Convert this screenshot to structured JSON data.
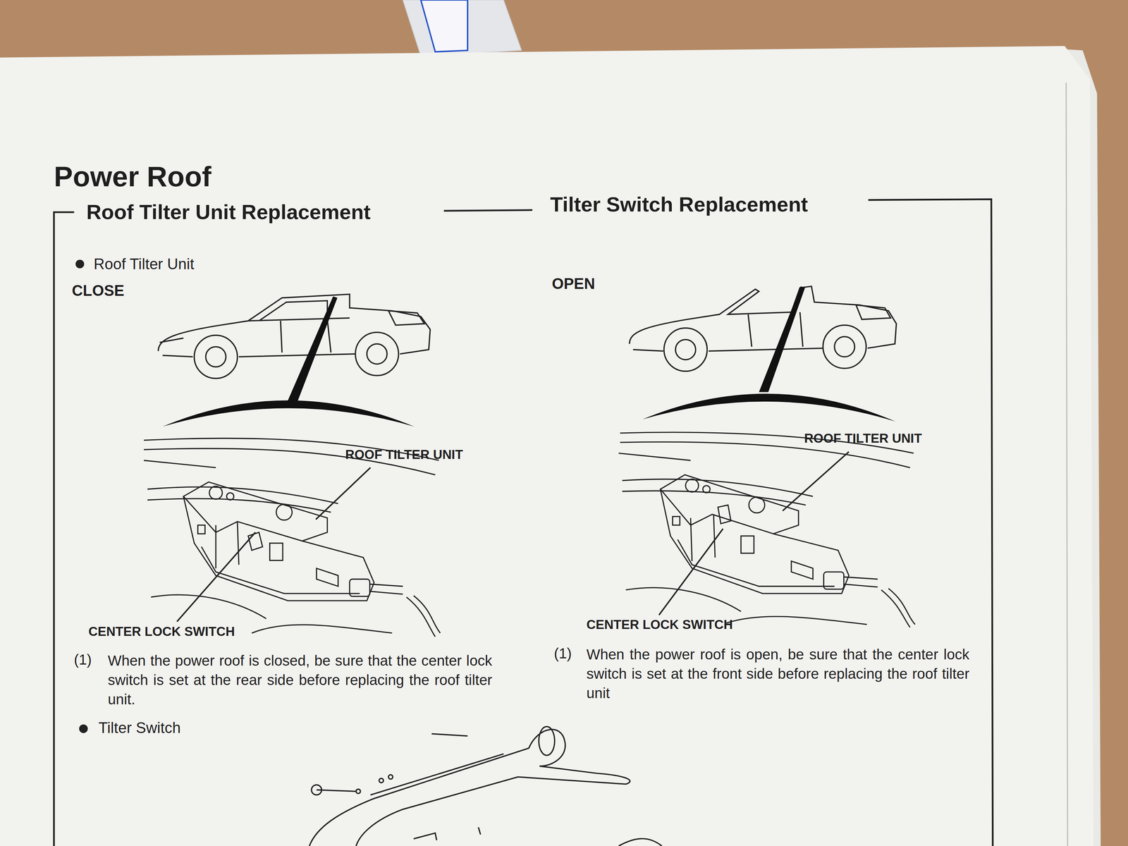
{
  "diagram": {
    "title": "Power Roof",
    "labels": [
      "Roof Tilter Unit Replacement",
      "Tilter Switch Replacement",
      "Roof Tilter Unit",
      "CLOSE",
      "OPEN",
      "ROOF TILTER UNIT",
      "ROOF TILTER UNIT",
      "CENTER LOCK SWITCH",
      "CENTER LOCK SWITCH",
      "(1)",
      "When the power roof is closed, be sure that the center lock switch is set at the rear side before replacing the roof tilter unit.",
      "(1)",
      "When the power roof is open, be sure that the center lock switch is set at the front side before replacing the roof tilter unit",
      "Tilter Switch"
    ]
  }
}
